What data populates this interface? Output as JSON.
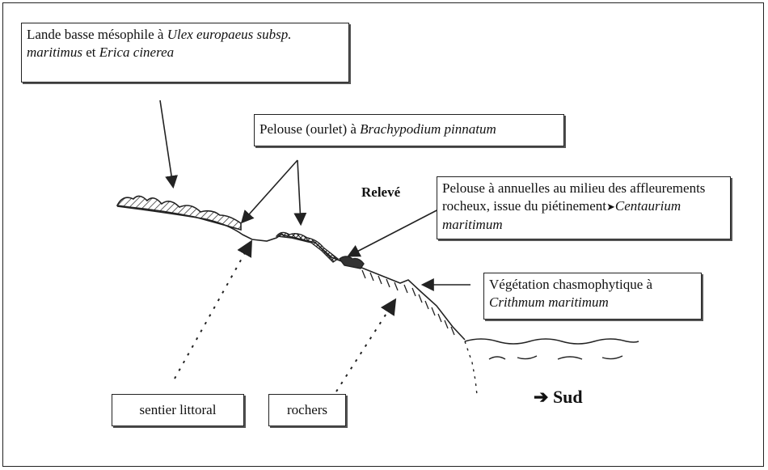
{
  "labels": {
    "lande": {
      "text": "Lande basse mésophile à ",
      "species1": "Ulex europaeus subsp.  maritimus",
      "mid": " et ",
      "species2": "Erica cinerea"
    },
    "pelouse_ourlet": {
      "text": "Pelouse (ourlet) à ",
      "species": "Brachypodium pinnatum"
    },
    "releve": "Relevé",
    "pelouse_annuelles": {
      "text": "Pelouse à annuelles au milieu des affleurements rocheux, issue du piétinement",
      "arrow": "➤",
      "species": "Centaurium  maritimum"
    },
    "chasmophytique": {
      "text": "Végétation chasmophytique à ",
      "species": "Crithmum maritimum"
    },
    "sentier": "sentier littoral",
    "rochers": "rochers",
    "sud": {
      "arrow": "➔",
      "text": "Sud"
    }
  },
  "colors": {
    "line": "#222222",
    "hatch": "#222222"
  }
}
